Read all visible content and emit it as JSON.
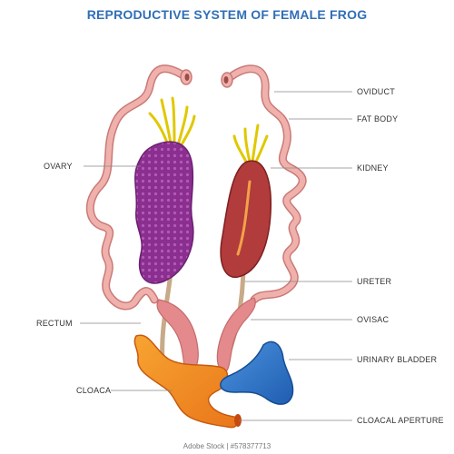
{
  "title": "REPRODUCTIVE SYSTEM OF FEMALE FROG",
  "labels": {
    "oviduct": "OVIDUCT",
    "fat_body": "FAT BODY",
    "kidney": "KIDNEY",
    "ovary": "OVARY",
    "ureter": "URETER",
    "ovisac": "OVISAC",
    "rectum": "RECTUM",
    "urinary_bladder": "URINARY BLADDER",
    "cloaca": "CLOACA",
    "cloacal_aperture": "CLOACAL APERTURE"
  },
  "colors": {
    "title": "#2f6fb7",
    "oviduct": "#f0b1ad",
    "oviduct_outline": "#c97a76",
    "ovary": "#8a2f8f",
    "kidney": "#b23b3b",
    "fat_body": "#f4e21c",
    "ureter": "#c8aa88",
    "ovisac": "#e58a8c",
    "cloaca": "#f08a1e",
    "bladder": "#2f72c4",
    "leader_line": "#888888"
  },
  "watermark": "Adobe Stock | #578377713"
}
